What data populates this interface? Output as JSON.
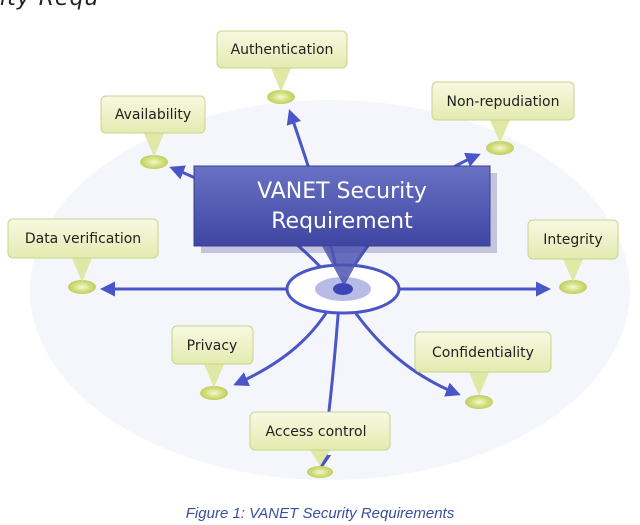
{
  "header": {
    "partial_text": "ity Requ"
  },
  "diagram": {
    "center": {
      "line1": "VANET Security",
      "line2": "Requirement"
    },
    "nodes": [
      {
        "id": "authentication",
        "label": "Authentication"
      },
      {
        "id": "non-repudiation",
        "label": "Non-repudiation"
      },
      {
        "id": "availability",
        "label": "Availability"
      },
      {
        "id": "data-verification",
        "label": "Data verification"
      },
      {
        "id": "integrity",
        "label": "Integrity"
      },
      {
        "id": "privacy",
        "label": "Privacy"
      },
      {
        "id": "confidentiality",
        "label": "Confidentiality"
      },
      {
        "id": "access-control",
        "label": "Access control"
      }
    ],
    "colors": {
      "arrow": "#4a55c8",
      "box_fill": "#eef3c6",
      "box_stroke": "#c9d48a",
      "pin": "#cfdc7a",
      "center_box": "#4d55b0",
      "hub": "#3c44b8"
    }
  },
  "caption": "Figure 1: VANET Security Requirements"
}
